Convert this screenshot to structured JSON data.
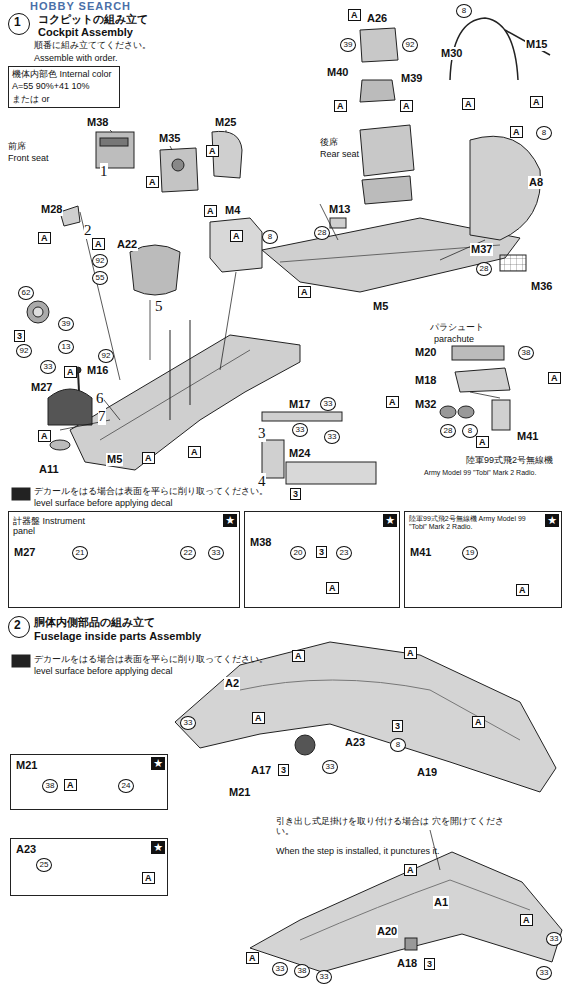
{
  "diagram": {
    "nodes": [
      {
        "text": [
          "機体内部色 Internal color",
          "A=55 90%+41 10%",
          "または or"
        ]
      },
      {
        "text": [
          "1"
        ]
      },
      {
        "text": [
          "★",
          "計器盤 Instrument panel",
          "M27"
        ]
      },
      {
        "text": [
          "★",
          "M38"
        ]
      },
      {
        "text": [
          "★",
          "陸軍99式飛2号無線機 Army Model 99 \"Tobi\" Mark 2 Radio.",
          "M41"
        ]
      },
      {
        "text": [
          "2"
        ]
      },
      {
        "text": [
          "★",
          "M21"
        ]
      },
      {
        "text": [
          "★",
          "A23"
        ]
      }
    ],
    "labels": [
      "HOBBY SEARCH",
      "コクピットの組み立て",
      "Cockpit Assembly",
      "順番に組み立ててください。",
      "Assemble with order.",
      "前席",
      "Front seat",
      "M38",
      "1",
      "M35",
      "M25",
      "A",
      "A",
      "M28",
      "A",
      "2",
      "A",
      "A22",
      "92",
      "55",
      "A",
      "M4",
      "A",
      "8",
      "5",
      "62",
      "3",
      "39",
      "92",
      "13",
      "92",
      "A",
      "M16",
      "6",
      "33",
      "M27",
      "7",
      "A",
      "A11",
      "M5",
      "A",
      "A",
      "M17",
      "33",
      "33",
      "33",
      "3",
      "M24",
      "4",
      "3",
      "A",
      "A26",
      "39",
      "92",
      "M40",
      "M39",
      "A",
      "A",
      "8",
      "M30",
      "M15",
      "A",
      "A",
      "後席",
      "Rear seat",
      "A",
      "8",
      "A8",
      "M13",
      "28",
      "M37",
      "28",
      "M36",
      "M5",
      "A",
      "パラシュート",
      "parachute",
      "M20",
      "38",
      "M18",
      "A",
      "A",
      "M32",
      "28",
      "8",
      "A",
      "M41",
      "陸軍99式飛2号無線機",
      "Army Model 99 \"Tobi\" Mark 2 Radio.",
      "デカールをはる場合は表面を平らに削り取ってください。",
      "level surface before applying decal",
      "21",
      "22",
      "33",
      "20",
      "3",
      "23",
      "A",
      "19",
      "A",
      "胴体内側部品の組み立て",
      "Fuselage inside parts Assembly",
      "デカールをはる場合は表面を平らに削り取ってください。",
      "level surface before applying decal",
      "38",
      "A",
      "24",
      "25",
      "A",
      "A",
      "A",
      "A2",
      "33",
      "A",
      "A23",
      "A17",
      "3",
      "33",
      "M21",
      "A19",
      "3",
      "8",
      "A",
      "引き出し式足掛けを取り付ける場合は 穴を開けてください。",
      "When the step is installed, it punctures it.",
      "A",
      "A1",
      "A",
      "A",
      "33",
      "38",
      "33",
      "A20",
      "A18",
      "3",
      "33",
      "33"
    ]
  }
}
